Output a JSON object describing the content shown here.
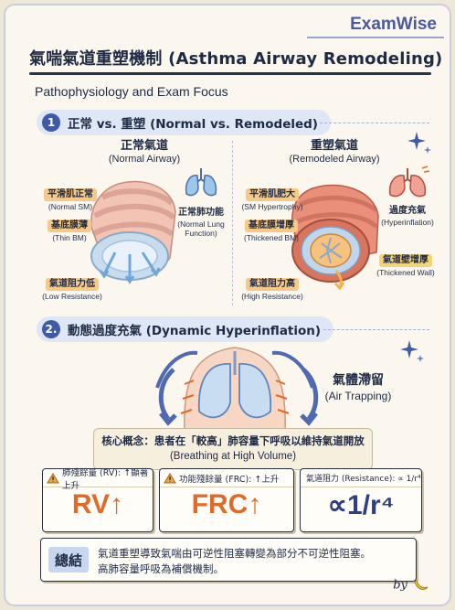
{
  "brand": "ExamWise",
  "title": "氣喘氣道重塑機制 (Asthma Airway Remodeling)",
  "subtitle": "Pathophysiology and Exam Focus",
  "section1": {
    "number": "1",
    "title": "正常 vs. 重塑 (Normal vs. Remodeled)",
    "normal": {
      "title_zh": "正常氣道",
      "title_en": "(Normal Airway)",
      "labels": [
        {
          "zh": "平滑肌正常",
          "en": "(Normal SM)"
        },
        {
          "zh": "基底膜薄",
          "en": "(Thin BM)"
        },
        {
          "zh": "氣道阻力低",
          "en": "(Low Resistance)"
        }
      ],
      "lung_zh": "正常肺功能",
      "lung_en": "(Normal Lung Function)"
    },
    "remodeled": {
      "title_zh": "重塑氣道",
      "title_en": "(Remodeled Airway)",
      "labels": [
        {
          "zh": "平滑肌肥大",
          "en": "(SM Hypertrophy)"
        },
        {
          "zh": "基底膜增厚",
          "en": "(Thickened BM)"
        },
        {
          "zh": "氣道阻力高",
          "en": "(High Resistance)"
        }
      ],
      "lung_zh": "過度充氣",
      "lung_en": "(Hyperinflation)",
      "wall_zh": "氣道壁增厚",
      "wall_en": "(Thickened Wall)"
    }
  },
  "section2": {
    "number": "2.",
    "title": "動態過度充氣 (Dynamic Hyperinflation)",
    "trap_zh": "氣體滯留",
    "trap_en": "(Air Trapping)",
    "concept_zh": "核心概念：患者在「較高」肺容量下呼吸以維持氣道開放",
    "concept_en": "(Breathing at High Volume)",
    "cards": [
      {
        "header": "肺殘餘量 (RV): ↑顯著上升",
        "big": "RV↑"
      },
      {
        "header": "功能殘餘量 (FRC): ↑上升",
        "big": "FRC↑"
      },
      {
        "header": "氣道阻力 (Resistance): ∝ 1/r⁴",
        "big": "∝1/r⁴"
      }
    ]
  },
  "summary": {
    "badge": "總結",
    "line1": "氣道重塑導致氣喘由可逆性阻塞轉變為部分不可逆性阻塞。",
    "line2": "高肺容量呼吸為補償機制。"
  },
  "signature": "by",
  "colors": {
    "accent": "#3f5aa6",
    "orange": "#e06a2a",
    "navy": "#2f3f86",
    "airway_wall": "#e98f7a"
  }
}
